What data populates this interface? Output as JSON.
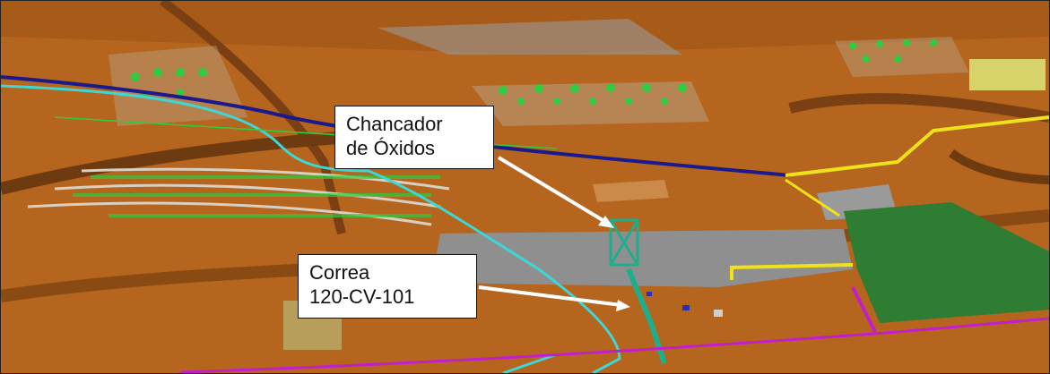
{
  "labels": {
    "chancador": {
      "line1": "Chancador",
      "line2": "de Óxidos"
    },
    "correa": {
      "line1": "Correa",
      "line2": "120-CV-101"
    }
  },
  "colors": {
    "terrain": "#b5651d",
    "terrain_dark": "#7a3f12",
    "road": "#8a8a8a",
    "pipe_navy": "#1a1a8c",
    "pipe_cyan": "#3fd6d6",
    "pipe_yellow": "#f0e21a",
    "pipe_magenta": "#c21ec9",
    "stockpile_green": "#2e7d32",
    "vegetation": "#2ecc40",
    "plant_teal": "#1fae8c"
  }
}
